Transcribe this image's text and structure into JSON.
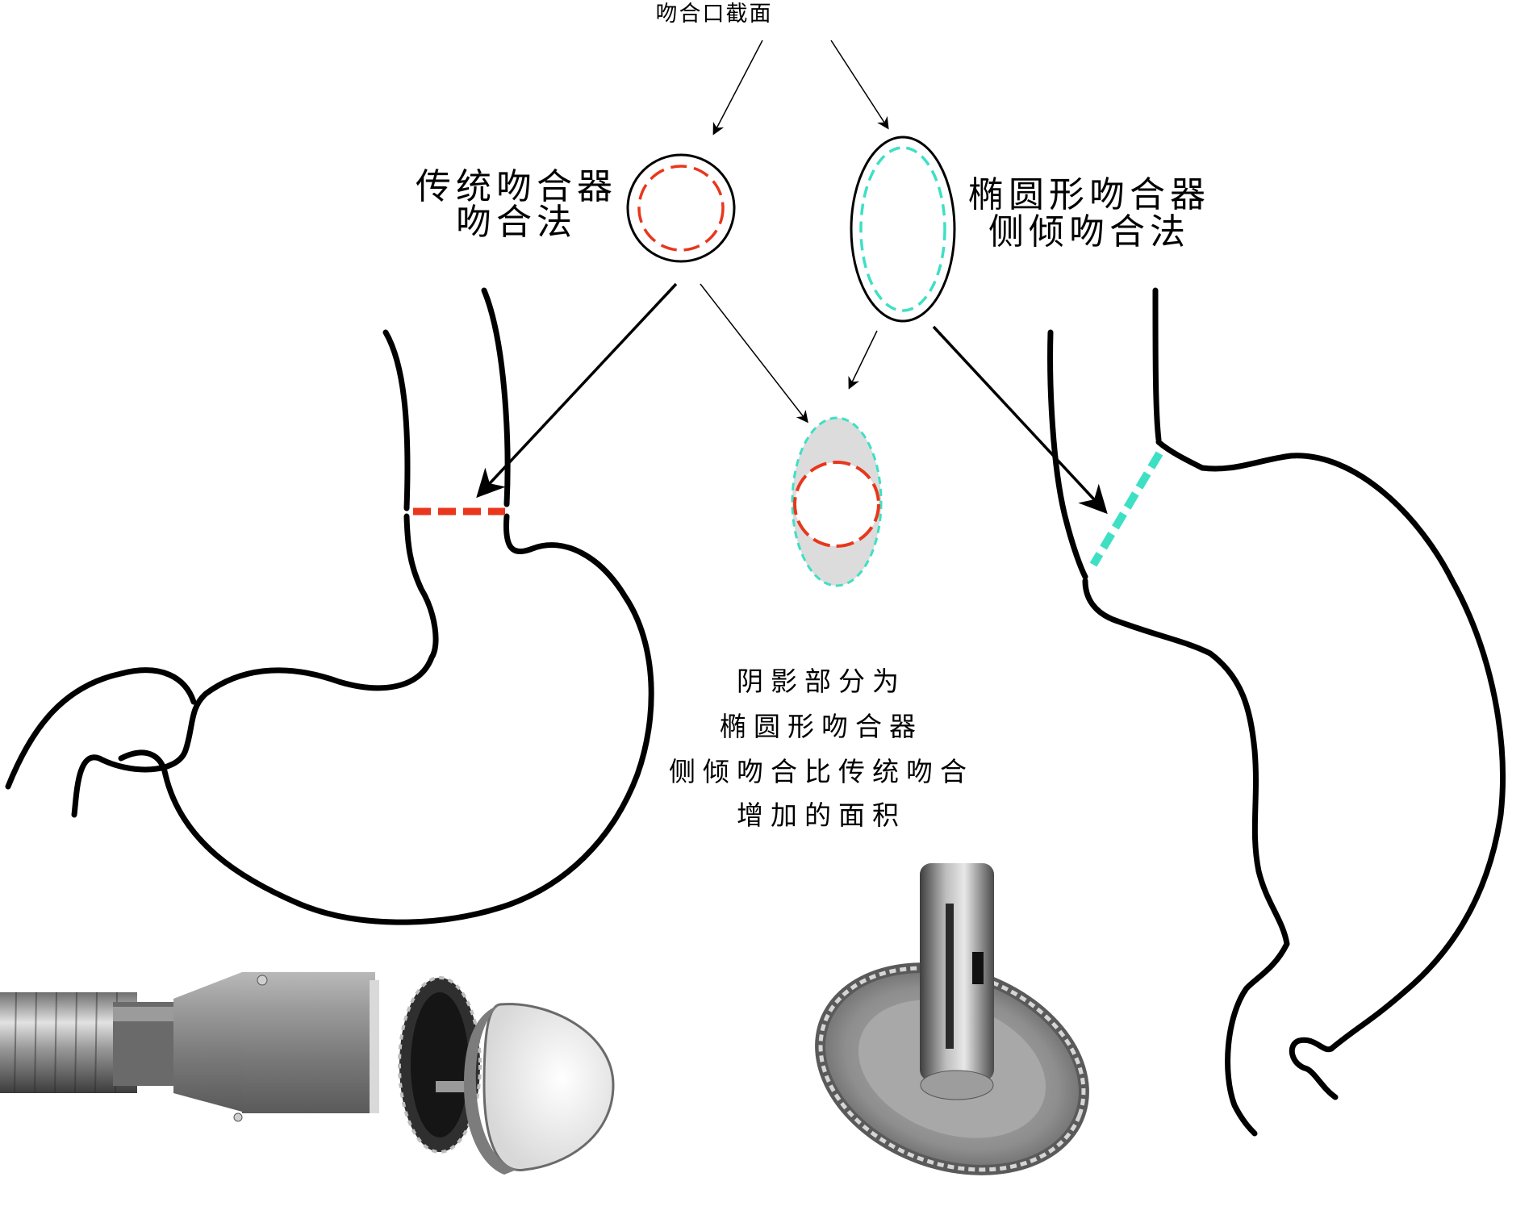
{
  "labels": {
    "cross_section": "吻合口截面",
    "traditional_line1": "传统吻合器",
    "traditional_line2": "吻合法",
    "oval_line1": "椭圆形吻合器",
    "oval_line2": "侧倾吻合法",
    "shadow_line1": "阴影部分为",
    "shadow_line2": "椭圆形吻合器",
    "shadow_line3": "侧倾吻合比传统吻合",
    "shadow_line4": "增加的面积"
  },
  "colors": {
    "outline": "#000000",
    "traditional_dash": "#e8371c",
    "oval_dash": "#3ee0c4",
    "shaded_area": "#dcdcdc",
    "metal_dark": "#4a4a4a",
    "metal_mid": "#8a8a8a",
    "metal_light": "#d9d9d9",
    "anvil_white": "#efefef"
  },
  "icons": {
    "circular_stapler_photo": "circular-stapler-photo",
    "oval_stapler_photo": "oval-stapler-photo"
  }
}
